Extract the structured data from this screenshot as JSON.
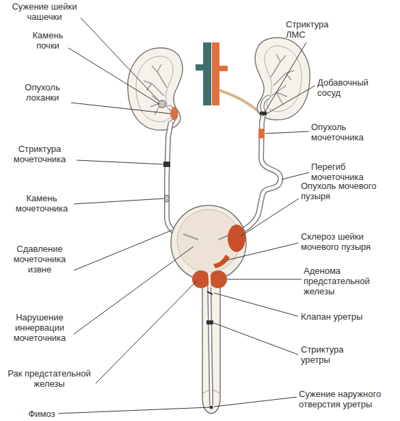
{
  "diagram": {
    "labels": [
      "Сужение шейки чашечки",
      "Камень почки",
      "Опухоль лоханки",
      "Стриктура мочеточника",
      "Камень мочеточника",
      "Сдавление мочеточника извне",
      "Нарушение иннервации мочеточника",
      "Рак предстательной железы",
      "Фимоз",
      "Стриктура ЛМС",
      "Добавочный сосуд",
      "Опухоль мочеточника",
      "Перегиб мочеточника",
      "Опухоль мочевого пузыря",
      "Склероз шейки мочевого пузыря",
      "Аденома предстательной железы",
      "Клапан уретры",
      "Стриктура уретры",
      "Сужение наружного отверстия уретры"
    ]
  }
}
